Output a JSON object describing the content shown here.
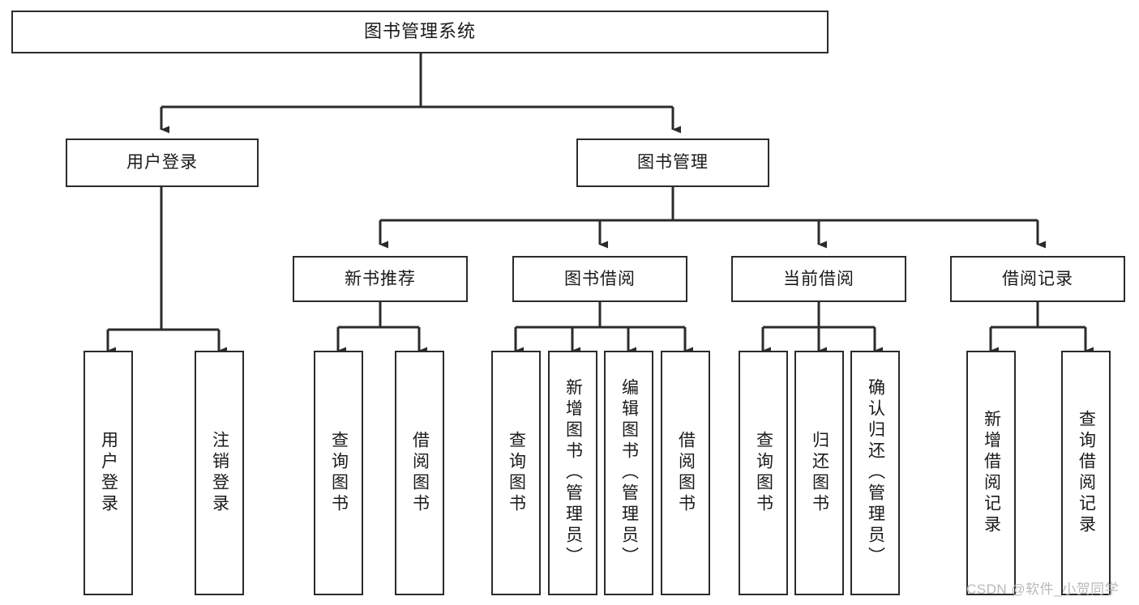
{
  "diagram": {
    "type": "tree",
    "title": "图书管理系统",
    "line_color": "#2b2b2b",
    "background_color": "#ffffff",
    "text_color": "#1a1a1a",
    "root": {
      "label": "图书管理系统"
    },
    "level2": [
      {
        "label": "用户登录"
      },
      {
        "label": "图书管理"
      }
    ],
    "level3": [
      {
        "label": "新书推荐"
      },
      {
        "label": "图书借阅"
      },
      {
        "label": "当前借阅"
      },
      {
        "label": "借阅记录"
      }
    ],
    "leaves": {
      "user_login": [
        {
          "label": "用户登录"
        },
        {
          "label": "注销登录"
        }
      ],
      "new_book_recommend": [
        {
          "label": "查询图书"
        },
        {
          "label": "借阅图书"
        }
      ],
      "book_borrow": [
        {
          "label": "查询图书"
        },
        {
          "label": "新增图书（管理员）"
        },
        {
          "label": "编辑图书（管理员）"
        },
        {
          "label": "借阅图书"
        }
      ],
      "current_borrow": [
        {
          "label": "查询图书"
        },
        {
          "label": "归还图书"
        },
        {
          "label": "确认归还（管理员）"
        }
      ],
      "borrow_record": [
        {
          "label": "新增借阅记录"
        },
        {
          "label": "查询借阅记录"
        }
      ]
    }
  },
  "watermark": {
    "text": "CSDN @软件_小贺同学",
    "color": "#b9b9b9"
  }
}
